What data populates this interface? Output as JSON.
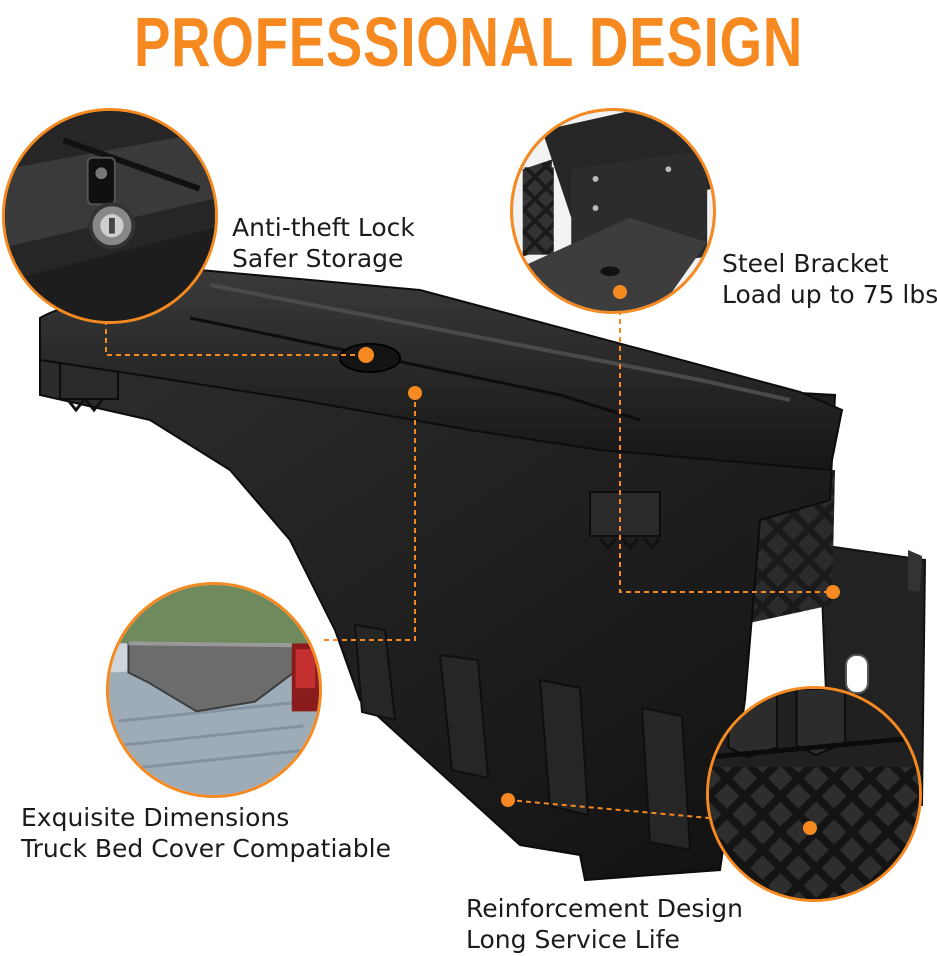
{
  "title": "PROFESSIONAL DESIGN",
  "features": {
    "lock": {
      "line1": "Anti-theft Lock",
      "line2": "Safer Storage"
    },
    "bracket": {
      "line1": "Steel Bracket",
      "line2": "Load up to 75 lbs"
    },
    "dimensions": {
      "line1": "Exquisite Dimensions",
      "line2": "Truck Bed Cover Compatiable"
    },
    "reinforcement": {
      "line1": "Reinforcement Design",
      "line2": "Long Service Life"
    }
  },
  "colors": {
    "accent": "#f6891f",
    "product": "#1f1f1f",
    "text": "#1b1b1b"
  },
  "icons": [
    "lock-inset-image",
    "bracket-inset-image",
    "truck-bed-inset-image",
    "reinforcement-inset-image"
  ]
}
